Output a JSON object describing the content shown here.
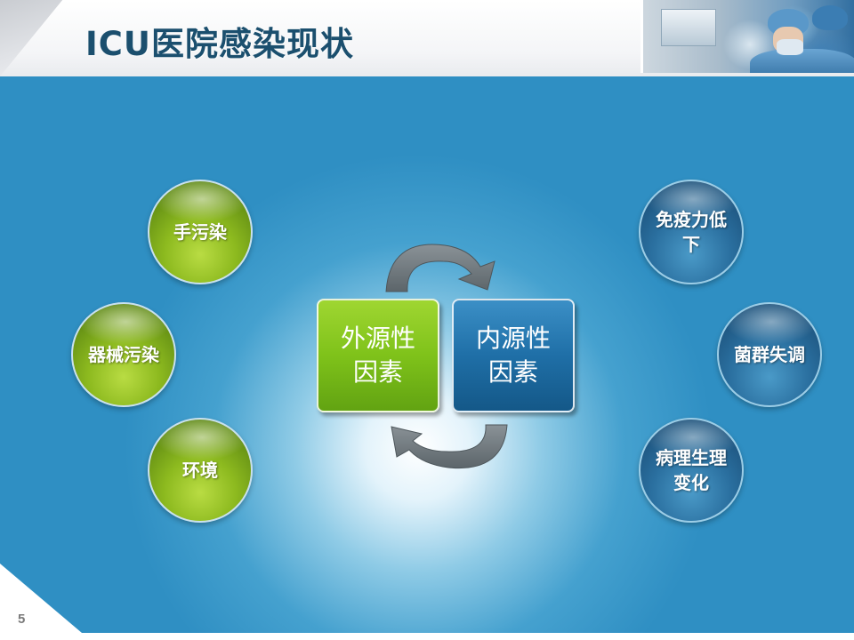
{
  "slide": {
    "title": "ICU医院感染现状",
    "page_number": "5"
  },
  "diagram": {
    "center": {
      "left_box": "外源性\n因素",
      "right_box": "内源性\n因素"
    },
    "external_factors": [
      {
        "label": "手污染"
      },
      {
        "label": "器械污染"
      },
      {
        "label": "环境"
      }
    ],
    "internal_factors": [
      {
        "label": "免疫力低下"
      },
      {
        "label": "菌群失调"
      },
      {
        "label": "病理生理变化"
      }
    ]
  },
  "colors": {
    "title": "#1b4f6e",
    "green": "#7fc21a",
    "blue": "#1f6fa7",
    "panel": "#2f8fc3",
    "arrow": "#6a7378"
  }
}
